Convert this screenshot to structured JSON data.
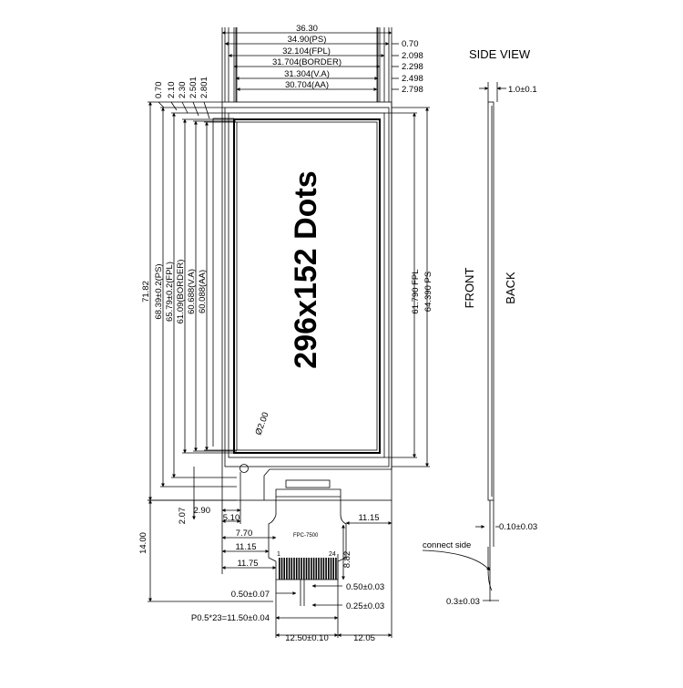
{
  "diagram": {
    "panel_text": "296x152 Dots",
    "side_view_title": "SIDE VIEW",
    "front_label": "FRONT",
    "back_label": "BACK",
    "connect_side_label": "connect side",
    "hole_label": "Ø2.00",
    "fpc_label": "FPC-7500",
    "pin_first": "1",
    "pin_last": "24",
    "top_dims": [
      {
        "width": "36.30",
        "right": ""
      },
      {
        "width": "34.90(PS)",
        "right": "0.70"
      },
      {
        "width": "32.104(FPL)",
        "right": "2.098"
      },
      {
        "width": "31.704(BORDER)",
        "right": "2.298"
      },
      {
        "width": "31.304(V.A)",
        "right": "2.498"
      },
      {
        "width": "30.704(AA)",
        "right": "2.798"
      }
    ],
    "left_offsets": [
      "0.70",
      "2.10",
      "2.30",
      "2.501",
      "2.801"
    ],
    "left_heights": [
      "71.82",
      "68.39±0.2(PS)",
      "65.79±0.2(FPL)",
      "61.09(BORDER)",
      "60.688(V.A)",
      "60.088(AA)"
    ],
    "right_heights": [
      "61.790 FPL",
      "64.390 PS"
    ],
    "side_thickness": "1.0±0.1",
    "side_fpc_thickness": "0.10±0.03",
    "side_end": "0.3±0.03",
    "bottom_dims": {
      "d_207": "2.07",
      "d_290": "2.90",
      "d_510": "5.10",
      "d_770": "7.70",
      "d_1115_left": "11.15",
      "d_1175": "11.75",
      "d_1115_right": "11.15",
      "d_882": "8.82",
      "d_1400": "14.00",
      "d_050_007": "0.50±0.07",
      "d_050_003": "0.50±0.03",
      "d_025_003": "0.25±0.03",
      "pitch": "P0.5*23=11.50±0.04",
      "d_1250": "12.50±0.10",
      "d_1205": "12.05"
    }
  }
}
